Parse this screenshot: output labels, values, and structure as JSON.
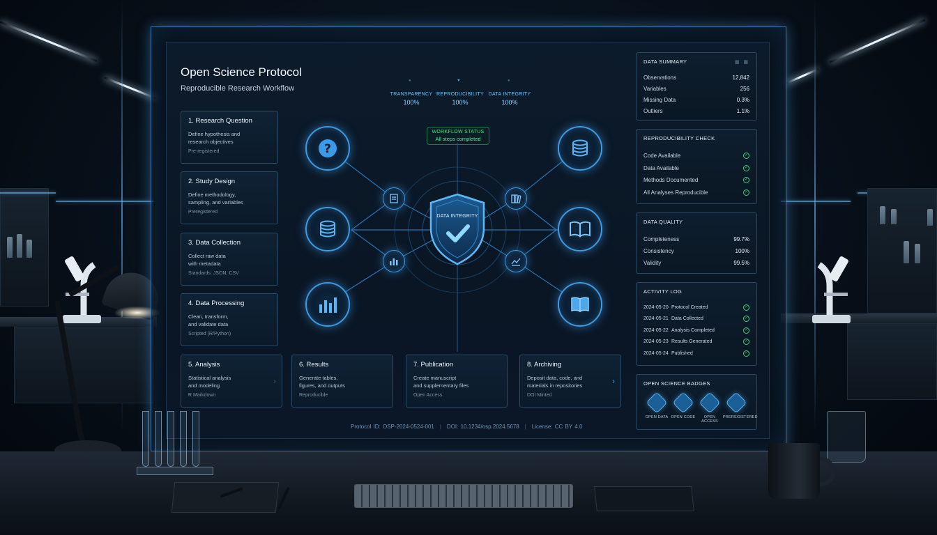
{
  "header": {
    "title": "Open Science Protocol",
    "subtitle": "Reproducible Research Workflow"
  },
  "metrics": [
    {
      "label": "TRANSPARENCY",
      "value": "100%"
    },
    {
      "label": "REPRODUCIBILITY",
      "value": "100%"
    },
    {
      "label": "DATA INTEGRITY",
      "value": "100%"
    }
  ],
  "workflow_status": {
    "label": "WORKFLOW STATUS",
    "value": "All steps completed"
  },
  "shield_label": "DATA INTEGRITY",
  "steps": [
    {
      "title": "1. Research Question",
      "desc": "Define hypothesis and\nresearch objectives",
      "tag": "Pre-registered"
    },
    {
      "title": "2. Study Design",
      "desc": "Define methodology,\nsampling, and variables",
      "tag": "Preregistered"
    },
    {
      "title": "3. Data Collection",
      "desc": "Collect raw data\nwith metadata",
      "tag": "Standards: JSON, CSV"
    },
    {
      "title": "4. Data Processing",
      "desc": "Clean, transform,\nand validate data",
      "tag": "Scripted (R/Python)"
    },
    {
      "title": "5. Analysis",
      "desc": "Statistical analysis\nand modeling",
      "tag": "R Markdown"
    },
    {
      "title": "6. Results",
      "desc": "Generate tables,\nfigures, and outputs",
      "tag": "Reproducible"
    },
    {
      "title": "7. Publication",
      "desc": "Create manuscript\nand supplementary files",
      "tag": "Open Access"
    },
    {
      "title": "8. Archiving",
      "desc": "Deposit data, code, and\nmaterials in repositories",
      "tag": "DOI Minted"
    }
  ],
  "data_summary": {
    "title": "DATA SUMMARY",
    "rows": [
      {
        "label": "Observations",
        "value": "12,842"
      },
      {
        "label": "Variables",
        "value": "256"
      },
      {
        "label": "Missing Data",
        "value": "0.3%"
      },
      {
        "label": "Outliers",
        "value": "1.1%"
      }
    ]
  },
  "reproducibility_check": {
    "title": "REPRODUCIBILITY CHECK",
    "items": [
      "Code Available",
      "Data Available",
      "Methods Documented",
      "All Analyses Reproducible"
    ]
  },
  "data_quality": {
    "title": "DATA QUALITY",
    "rows": [
      {
        "label": "Completeness",
        "value": "99.7%"
      },
      {
        "label": "Consistency",
        "value": "100%"
      },
      {
        "label": "Validity",
        "value": "99.5%"
      }
    ]
  },
  "activity_log": {
    "title": "ACTIVITY LOG",
    "entries": [
      {
        "date": "2024-05-20",
        "event": "Protocol Created"
      },
      {
        "date": "2024-05-21",
        "event": "Data Collected"
      },
      {
        "date": "2024-05-22",
        "event": "Analysis Completed"
      },
      {
        "date": "2024-05-23",
        "event": "Results Generated"
      },
      {
        "date": "2024-05-24",
        "event": "Published"
      }
    ]
  },
  "badges": {
    "title": "OPEN SCIENCE BADGES",
    "items": [
      "OPEN DATA",
      "OPEN CODE",
      "OPEN ACCESS",
      "PREREGISTERED"
    ]
  },
  "footer": {
    "protocol_id": "Protocol ID: OSP-2024-0524-001",
    "doi": "DOI: 10.1234/osp.2024.5678",
    "license": "License: CC BY 4.0"
  },
  "icons": {
    "left_top": "question-icon",
    "left_mid": "database-icon",
    "left_bottom": "bar-chart-icon",
    "right_top": "database-icon",
    "right_mid": "open-book-icon",
    "right_bottom": "book-icon",
    "center": "shield-check-icon"
  },
  "colors": {
    "accent": "#3f9ae0",
    "success": "#3fcf7c",
    "metric": "#67c7ff"
  }
}
